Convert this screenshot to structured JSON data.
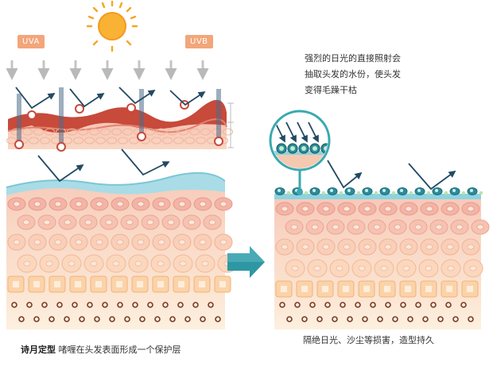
{
  "badges": {
    "uva": "UVA",
    "uvb": "UVB"
  },
  "note": "强烈的日光的直接照射会\n抽取头发的水份，使头发\n变得毛躁干枯",
  "caption_left": {
    "brand": "诗月定型",
    "text": "啫喱在头发表面形成一个保护层"
  },
  "caption_right": "隔绝日光、沙尘等损害，造型持久",
  "icons": [
    "sun-icon",
    "uv-arrow-icon",
    "reflect-arrow-icon",
    "process-arrow-icon",
    "magnifier-icon"
  ],
  "colors": {
    "sun": "#f5a623",
    "badge": "#f2a679",
    "skin_red": "#c74a3a",
    "skin_light": "#f6d3b8",
    "gel_blue": "#8ed3e0",
    "shield_teal": "#2c8c99",
    "arrow_teal": "#3aa9b0"
  }
}
